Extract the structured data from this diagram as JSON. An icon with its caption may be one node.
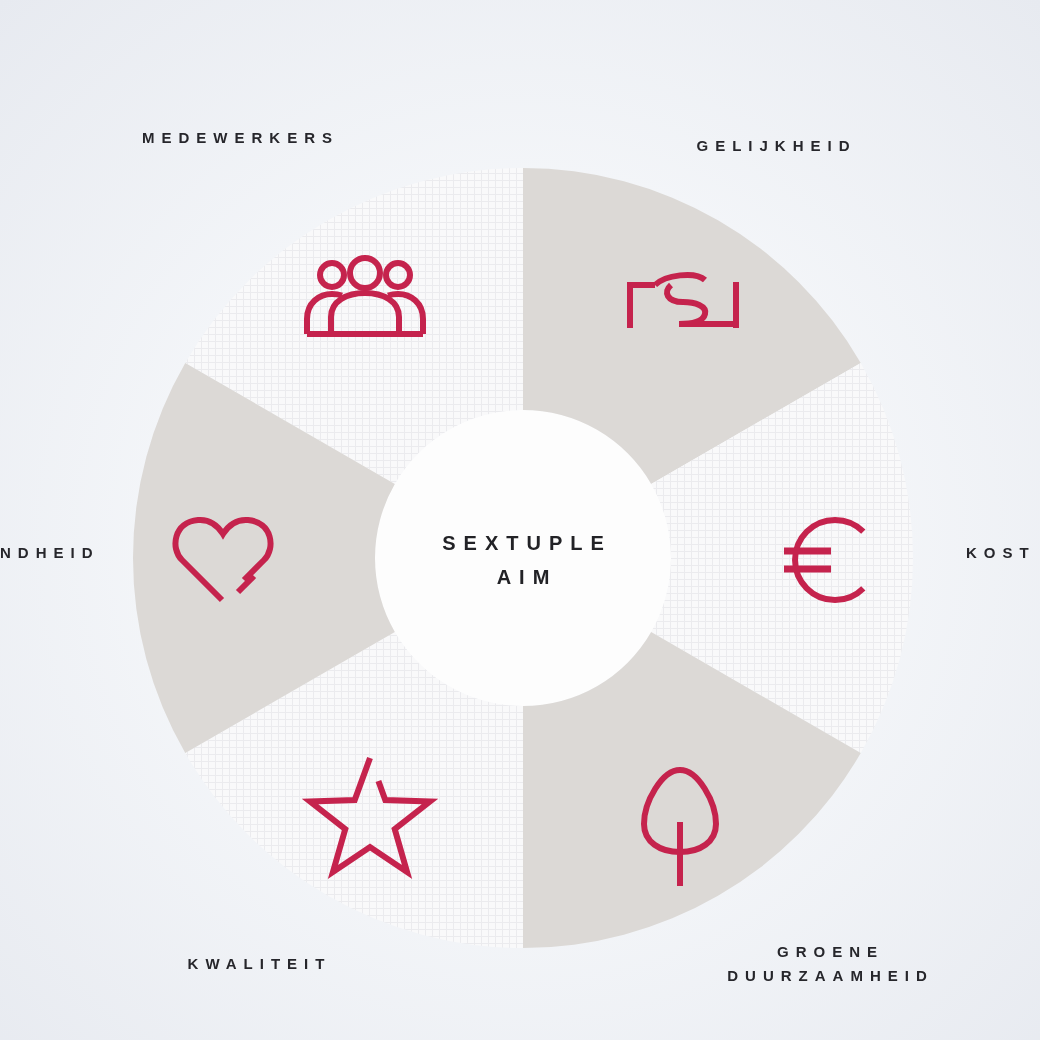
{
  "diagram": {
    "nodes": [
      {
        "text": [
          "SEXTUPLE AIM"
        ]
      },
      {
        "text": [
          "MEDEWERKERS"
        ]
      },
      {
        "text": [
          "GELIJKHEID"
        ]
      },
      {
        "text": [
          "KOST"
        ]
      },
      {
        "text": [
          "GROENE DUURZAAMHEID"
        ]
      },
      {
        "text": [
          "KWALITEIT"
        ]
      },
      {
        "text": [
          "NDHEID"
        ]
      }
    ]
  }
}
